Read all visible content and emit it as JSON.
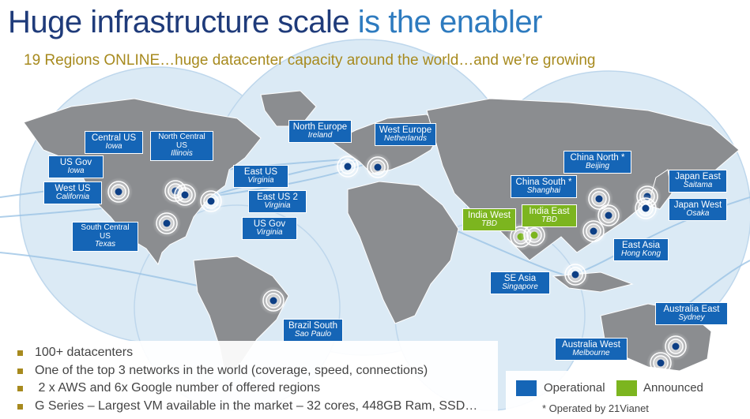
{
  "title": {
    "main": "Huge infrastructure scale ",
    "accent": "is the enabler"
  },
  "subtitle": "19 Regions ONLINE…huge datacenter capacity around the world…and we’re growing",
  "colors": {
    "operational": "#1565b6",
    "announced": "#7cb51f",
    "land": "#8b8d90",
    "ocean": "#cfe3f3"
  },
  "regions": {
    "central_us": {
      "name": "Central US",
      "city": "Iowa"
    },
    "north_central_us": {
      "name": "North Central US",
      "city": "Illinois"
    },
    "us_gov_iowa": {
      "name": "US Gov",
      "city": "Iowa"
    },
    "west_us": {
      "name": "West US",
      "city": "California"
    },
    "east_us": {
      "name": "East US",
      "city": "Virginia"
    },
    "east_us_2": {
      "name": "East US 2",
      "city": "Virginia"
    },
    "us_gov_virginia": {
      "name": "US Gov",
      "city": "Virginia"
    },
    "south_central_us": {
      "name": "South Central US",
      "city": "Texas"
    },
    "north_europe": {
      "name": "North Europe",
      "city": "Ireland"
    },
    "west_europe": {
      "name": "West Europe",
      "city": "Netherlands"
    },
    "china_north": {
      "name": "China North *",
      "city": "Beijing"
    },
    "china_south": {
      "name": "China South *",
      "city": "Shanghai"
    },
    "japan_east": {
      "name": "Japan East",
      "city": "Saitama"
    },
    "japan_west": {
      "name": "Japan West",
      "city": "Osaka"
    },
    "india_west": {
      "name": "India West",
      "city": "TBD"
    },
    "india_east": {
      "name": "India East",
      "city": "TBD"
    },
    "east_asia": {
      "name": "East Asia",
      "city": "Hong Kong"
    },
    "se_asia": {
      "name": "SE Asia",
      "city": "Singapore"
    },
    "brazil_south": {
      "name": "Brazil South",
      "city": "Sao Paulo"
    },
    "australia_east": {
      "name": "Australia  East",
      "city": "Sydney"
    },
    "australia_west": {
      "name": "Australia  West",
      "city": "Melbourne"
    }
  },
  "bullets": [
    "100+ datacenters",
    "One of the top 3 networks in the world (coverage, speed, connections)",
    " 2 x AWS and 6x Google number of offered regions",
    "G Series – Largest VM available in the market – 32 cores, 448GB Ram, SSD…"
  ],
  "legend": {
    "operational": "Operational",
    "announced": "Announced",
    "footnote": "* Operated by 21Vianet"
  }
}
